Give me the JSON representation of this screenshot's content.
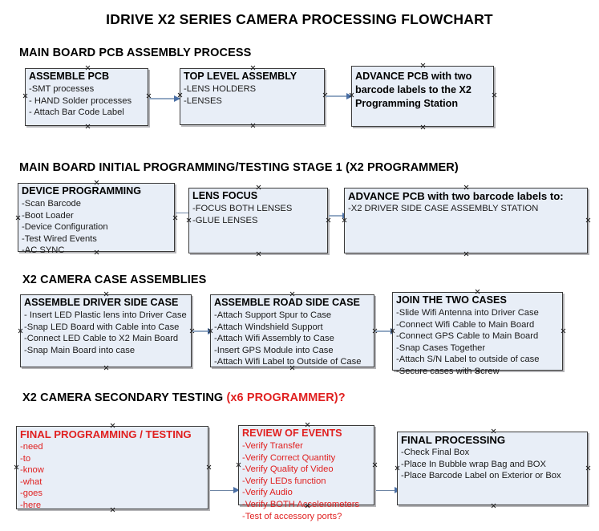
{
  "title": "IDRIVE X2  SERIES CAMERA PROCESSING FLOWCHART",
  "accent_red": "#e02020",
  "box_fill": "#e8eef7",
  "sections": [
    {
      "label": "MAIN BOARD PCB ASSEMBLY PROCESS",
      "accent": ""
    },
    {
      "label": "MAIN BOARD INITIAL PROGRAMMING/TESTING STAGE 1 (X2 PROGRAMMER)",
      "accent": ""
    },
    {
      "label": "X2 CAMERA CASE ASSEMBLIES",
      "accent": ""
    },
    {
      "label": "X2 CAMERA SECONDARY TESTING ",
      "accent": "(x6 PROGRAMMER)?"
    }
  ],
  "boxes": [
    {
      "id": "assemble-pcb",
      "header": "ASSEMBLE PCB",
      "items": [
        "-SMT processes",
        "- HAND Solder processes",
        "- Attach Bar Code Label"
      ]
    },
    {
      "id": "top-level-assembly",
      "header": "TOP LEVEL ASSEMBLY",
      "items": [
        "-LENS HOLDERS",
        "-LENSES"
      ]
    },
    {
      "id": "advance-pcb-programming-station",
      "header": "ADVANCE PCB with two barcode labels to the  X2 Programming Station",
      "items": []
    },
    {
      "id": "device-programming",
      "header": "DEVICE PROGRAMMING",
      "items": [
        "-Scan Barcode",
        "-Boot Loader",
        "-Device Configuration",
        "-Test Wired Events",
        "-AC SYNC"
      ]
    },
    {
      "id": "lens-focus",
      "header": "LENS FOCUS",
      "items": [
        "-FOCUS BOTH LENSES",
        "-GLUE LENSES"
      ]
    },
    {
      "id": "advance-pcb-driver-side-case",
      "header": "ADVANCE PCB with two barcode labels to:",
      "items": [
        "-X2 DRIVER  SIDE  CASE  ASSEMBLY STATION"
      ]
    },
    {
      "id": "assemble-driver-side-case",
      "header": "ASSEMBLE DRIVER SIDE CASE",
      "items": [
        "- Insert LED Plastic lens into Driver Case",
        "-Snap LED Board with Cable into Case",
        "-Connect LED Cable to X2 Main Board",
        "-Snap Main Board into case"
      ]
    },
    {
      "id": "assemble-road-side-case",
      "header": "ASSEMBLE ROAD SIDE CASE",
      "items": [
        "-Attach Support Spur to Case",
        "-Attach Windshield Support",
        "-Attach Wifi Assembly to Case",
        "-Insert GPS Module into Case",
        "-Attach Wifi Label to Outside of Case"
      ]
    },
    {
      "id": "join-the-two-cases",
      "header": "JOIN THE TWO CASES",
      "items": [
        "-Slide Wifi Antenna into Driver Case",
        "-Connect Wifi Cable to Main Board",
        "-Connect GPS Cable to Main Board",
        "-Snap Cases Together",
        "-Attach S/N Label to outside of case",
        "-Secure cases with Screw"
      ]
    },
    {
      "id": "final-programming-testing",
      "header": "FINAL PROGRAMMING / TESTING",
      "items": [
        "-need",
        "-to",
        "-know",
        "-what",
        "-goes",
        "-here"
      ]
    },
    {
      "id": "review-of-events",
      "header": "REVIEW OF EVENTS",
      "items": [
        "-Verify Transfer",
        "-Verify Correct Quantity",
        "-Verify Quality of Video",
        "-Verify LEDs function",
        "-Verify Audio",
        "-Verify BOTH Accelerometers",
        "-Test of accessory ports?"
      ]
    },
    {
      "id": "final-processing",
      "header": "FINAL PROCESSING",
      "items": [
        " -Check Final Box",
        "-Place In Bubble wrap Bag and BOX",
        "-Place Barcode Label on Exterior or Box"
      ]
    }
  ],
  "connectors": [
    {
      "id": "conn-pcb-to-top-level"
    },
    {
      "id": "conn-top-level-to-advance"
    },
    {
      "id": "conn-device-to-lens-focus"
    },
    {
      "id": "conn-lens-focus-to-advance"
    },
    {
      "id": "conn-driver-case-to-road-case"
    },
    {
      "id": "conn-road-case-to-join"
    },
    {
      "id": "conn-final-prog-to-review"
    },
    {
      "id": "conn-review-to-final-processing"
    }
  ]
}
